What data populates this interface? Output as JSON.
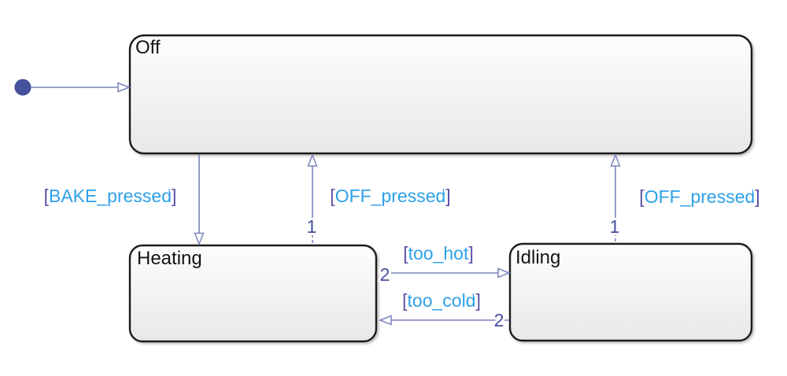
{
  "diagram": {
    "type": "state-machine",
    "bracket_open": "[",
    "bracket_close": "]",
    "colors": {
      "background": "#ffffff",
      "state_border": "#1c1c1c",
      "state_fill_top": "#fdfdfd",
      "state_fill_bottom": "#e8e8ea",
      "transition_line": "#7b84bd",
      "condition_text": "#2da0e8",
      "condition_bracket": "#5a50a5",
      "order_number": "#454f9d",
      "default_transition_dot": "#47529e"
    },
    "states": [
      {
        "name": "Off"
      },
      {
        "name": "Heating"
      },
      {
        "name": "Idling"
      }
    ],
    "transitions": {
      "bake": {
        "condition": "BAKE_pressed"
      },
      "off_from_heating": {
        "condition": "OFF_pressed",
        "order": "1"
      },
      "off_from_idling": {
        "condition": "OFF_pressed",
        "order": "1"
      },
      "too_hot": {
        "condition": "too_hot",
        "order": "2"
      },
      "too_cold": {
        "condition": "too_cold",
        "order": "2"
      }
    }
  }
}
